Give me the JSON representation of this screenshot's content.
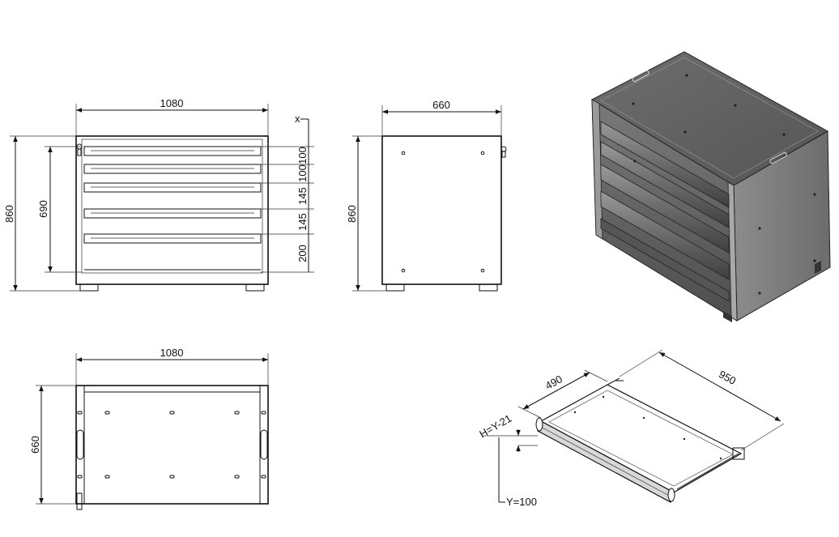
{
  "front_view": {
    "width_label": "1080",
    "height_label": "860",
    "drawer_area_label": "690",
    "x_label": "x",
    "drawer_heights": [
      "100",
      "100",
      "145",
      "145",
      "200"
    ]
  },
  "side_view": {
    "width_label": "660",
    "height_label": "860"
  },
  "top_view": {
    "width_label": "1080",
    "depth_label": "660"
  },
  "drawer_detail": {
    "depth_label": "490",
    "length_label": "950",
    "height_formula_label": "H=Y-21",
    "y_label": "Y=100"
  },
  "colors": {
    "line": "#111111",
    "cabinet_dark": "#5a5a5a",
    "cabinet_mid": "#8a8a8a",
    "cabinet_light": "#b5b5b5"
  }
}
